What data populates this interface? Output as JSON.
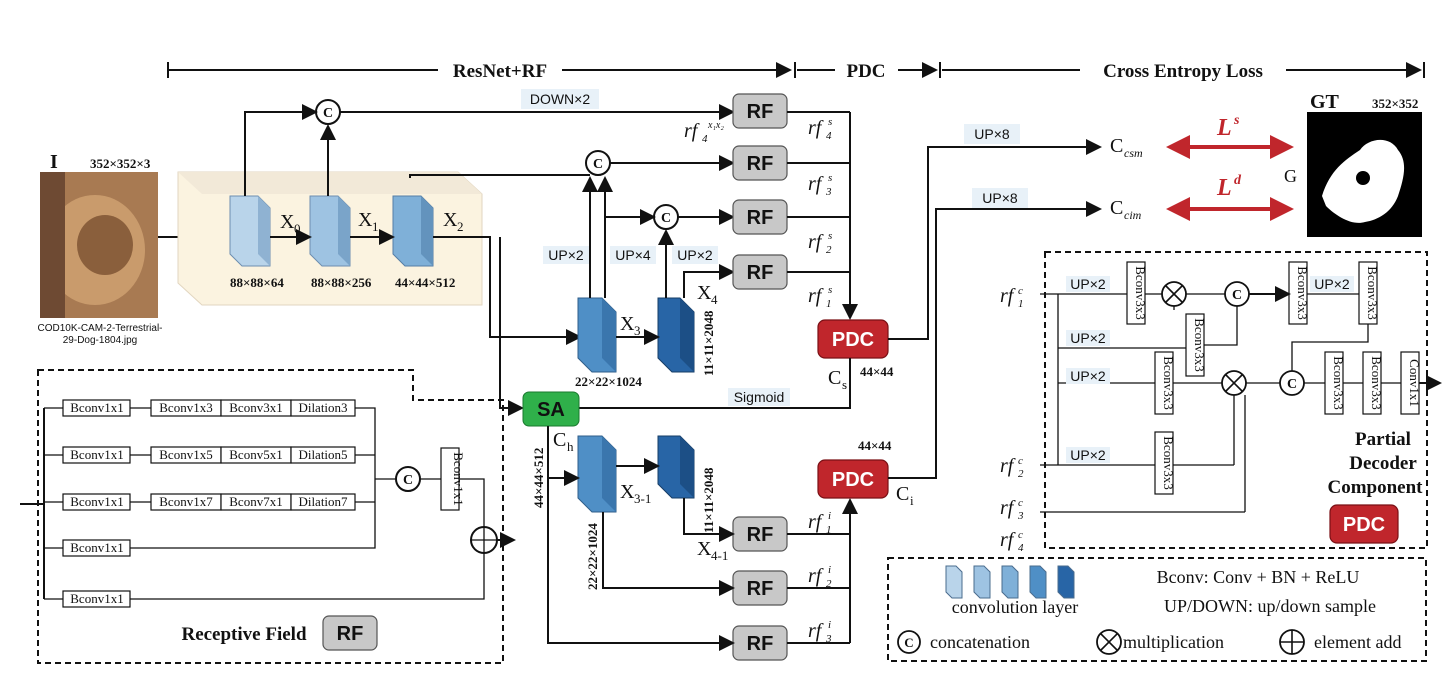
{
  "headers": {
    "resnet_rf": "ResNet+RF",
    "pdc": "PDC",
    "loss": "Cross Entropy Loss"
  },
  "input": {
    "label": "I",
    "size": "352×352×3",
    "filename_line1": "COD10K-CAM-2-Terrestrial-",
    "filename_line2": "29-Dog-1804.jpg"
  },
  "gt": {
    "label": "GT",
    "size": "352×352",
    "g": "G"
  },
  "backbone": {
    "x0": "X",
    "x0_sub": "0",
    "x1": "X",
    "x1_sub": "1",
    "x2": "X",
    "x2_sub": "2",
    "x3": "X",
    "x3_sub": "3",
    "x4": "X",
    "x4_sub": "4",
    "x3b": "X",
    "x3b_sub": "3-1",
    "x4b": "X",
    "x4b_sub": "4-1",
    "dim0": "88×88×64",
    "dim1": "88×88×256",
    "dim2": "44×44×512",
    "dim3": "22×22×1024",
    "dim4": "11×11×2048",
    "dim_ch": "44×44×512",
    "dim3b": "22×22×1024",
    "dim4b": "11×11×2048"
  },
  "ops": {
    "down2": "DOWN×2",
    "up2": "UP×2",
    "up4": "UP×4",
    "up8": "UP×8",
    "sigmoid": "Sigmoid",
    "concat": "C",
    "sa": "SA",
    "ch": "C",
    "ch_sub": "h",
    "cs": "C",
    "cs_sub": "s",
    "ci": "C",
    "ci_sub": "i",
    "pdc_dim": "44×44"
  },
  "rf_label": "RF",
  "pdc_label": "PDC",
  "rf_outputs": {
    "rf4x": "rf",
    "rf4x_sup": "x₁x₂",
    "rf4x_sub": "4",
    "s": "s",
    "i": "i",
    "rf": "rf",
    "n1": "1",
    "n2": "2",
    "n3": "3",
    "n4": "4"
  },
  "loss": {
    "csm": "C",
    "csm_sub": "csm",
    "cim": "C",
    "cim_sub": "cim",
    "ls": "L",
    "ls_sup": "s",
    "ld": "L",
    "ld_sup": "d",
    "red": "#c0262c"
  },
  "receptive_field": {
    "title": "Receptive Field",
    "rows": [
      [
        "Bconv1x1",
        "Bconv1x3",
        "Bconv3x1",
        "Dilation3"
      ],
      [
        "Bconv1x1",
        "Bconv1x5",
        "Bconv5x1",
        "Dilation5"
      ],
      [
        "Bconv1x1",
        "Bconv1x7",
        "Bconv7x1",
        "Dilation7"
      ],
      [
        "Bconv1x1"
      ],
      [
        "Bconv1x1"
      ]
    ],
    "out_conv": "Bconv1x1"
  },
  "partial_decoder": {
    "title1": "Partial",
    "title2": "Decoder",
    "title3": "Component",
    "rf": "rf",
    "c": "c",
    "bconv3": "Bconv3x3",
    "conv1": "Conv1x1",
    "up2": "UP×2"
  },
  "legend": {
    "conv": "convolution layer",
    "bconv": "Bconv: Conv + BN + ReLU",
    "updown": "UP/DOWN: up/down sample",
    "concat": "concatenation",
    "mult": "multiplication",
    "add": "element add",
    "c": "C",
    "conv_colors": [
      "#b9d4ea",
      "#9ec3e2",
      "#7fb0d8",
      "#4f8fc6",
      "#2865a6"
    ]
  }
}
